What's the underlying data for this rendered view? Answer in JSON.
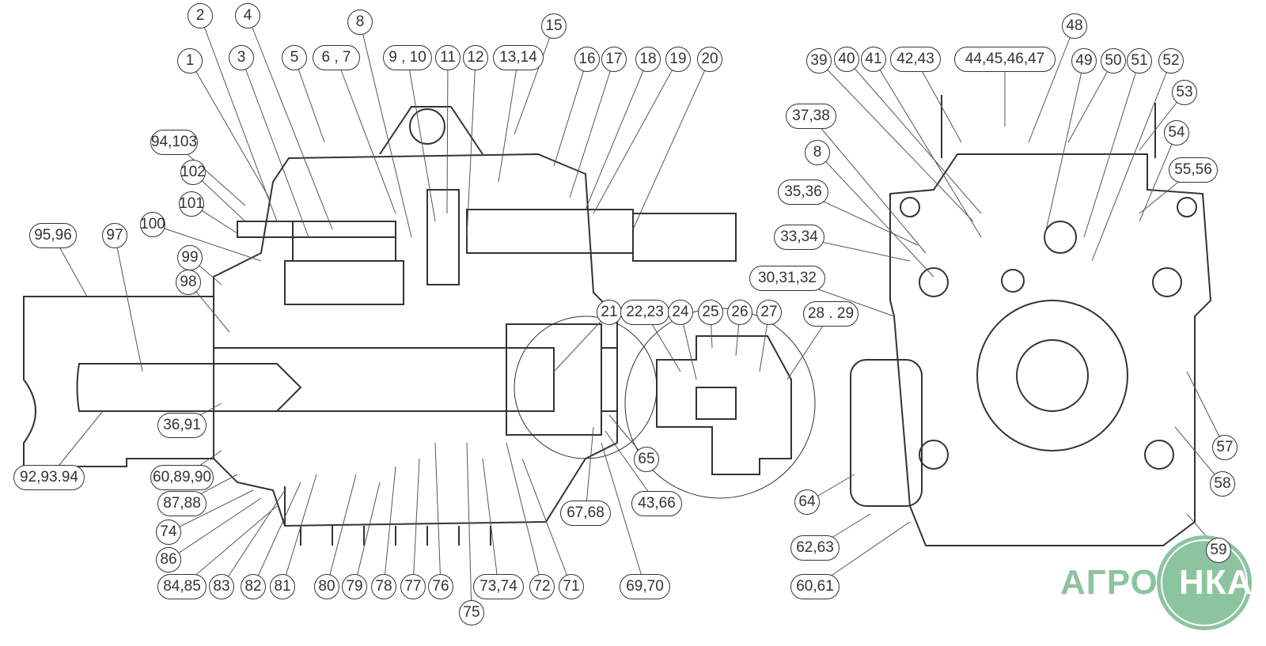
{
  "title": "Gearbox assembly parts diagram",
  "callouts": [
    "1",
    "2",
    "3",
    "4",
    "5",
    "6 , 7",
    "8",
    "9 , 10",
    "11",
    "12",
    "13,14",
    "15",
    "16",
    "17",
    "18",
    "19",
    "20",
    "94,103",
    "102",
    "101",
    "100",
    "95,96",
    "97",
    "99",
    "98",
    "36,91",
    "92,93.94",
    "60,89,90",
    "87,88",
    "74",
    "86",
    "84,85",
    "83",
    "82",
    "81",
    "80",
    "79",
    "78",
    "77",
    "76",
    "75",
    "73,74",
    "72",
    "71",
    "69,70",
    "67,68",
    "43,66",
    "65",
    "21",
    "22,23",
    "24",
    "25",
    "26",
    "27",
    "28 . 29",
    "30,31,32",
    "33,34",
    "35,36",
    "8",
    "37,38",
    "39",
    "40",
    "41",
    "42,43",
    "44,45,46,47",
    "48",
    "49",
    "50",
    "51",
    "52",
    "53",
    "54",
    "55,56",
    "57",
    "58",
    "59",
    "64",
    "62,63",
    "60,61"
  ],
  "logo": {
    "left": "АГРО",
    "right": "НКА",
    "color": "#8cc4a0"
  }
}
